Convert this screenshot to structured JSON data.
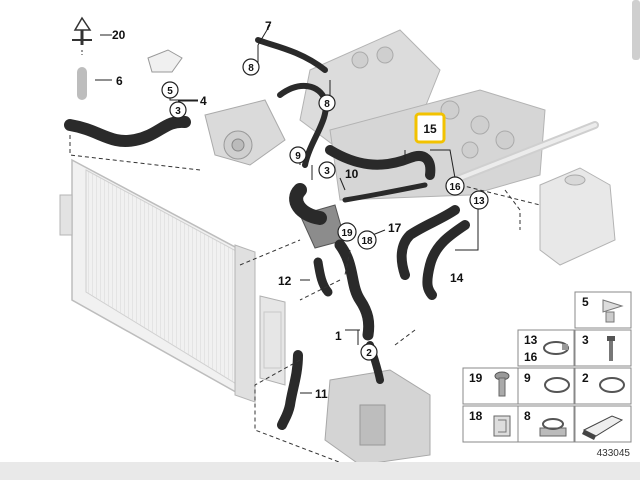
{
  "diagram_id": "433045",
  "callouts": {
    "c1": "1",
    "c2": "2",
    "c3": "3",
    "c4": "4",
    "c5": "5",
    "c6": "6",
    "c7": "7",
    "c8a": "8",
    "c8b": "8",
    "c9": "9",
    "c10": "10",
    "c11": "11",
    "c12": "12",
    "c13": "13",
    "c14": "14",
    "c15": "15",
    "c16": "16",
    "c17": "17",
    "c18": "18",
    "c19": "19",
    "c20": "20"
  },
  "legend": {
    "l5": "5",
    "l13": "13",
    "l16": "16",
    "l3": "3",
    "l19": "19",
    "l9": "9",
    "l2": "2",
    "l18": "18",
    "l8": "8"
  },
  "colors": {
    "hose": "#2a2a2a",
    "engine": "#c9c9c9",
    "highlight": "#f2c200"
  }
}
